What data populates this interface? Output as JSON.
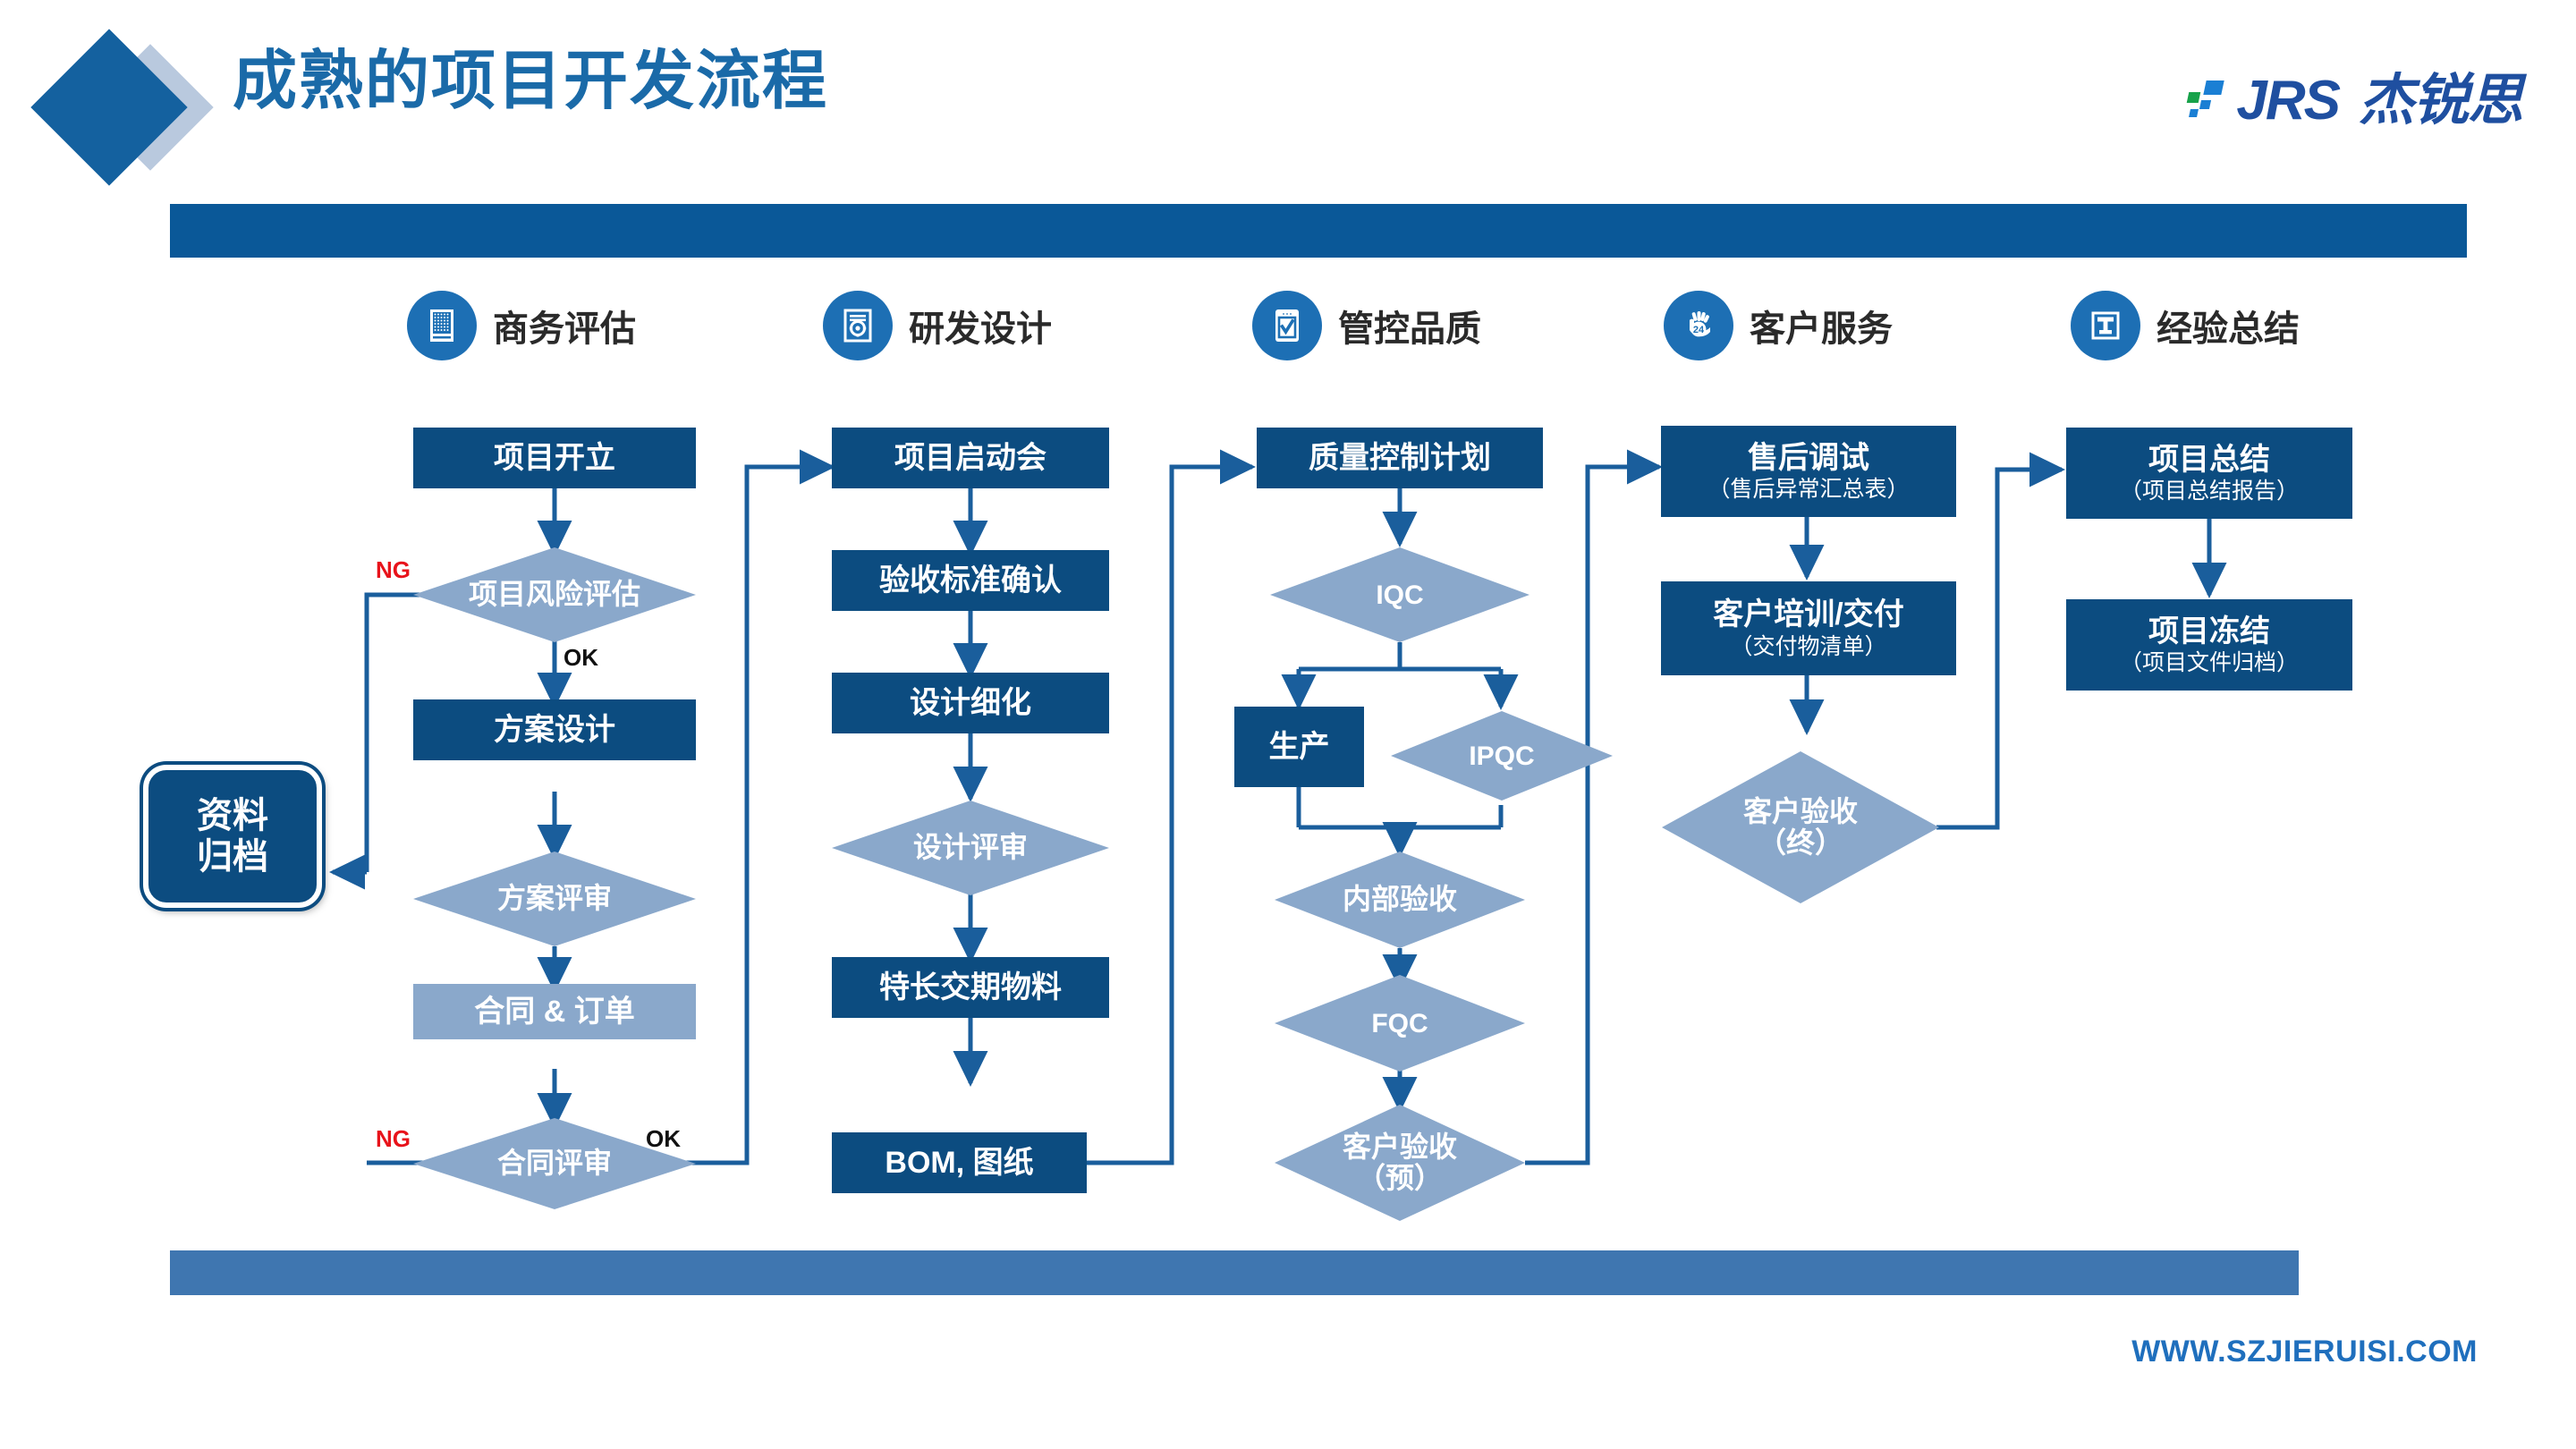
{
  "header": {
    "title": "成熟的项目开发流程",
    "brand": {
      "abbr": "JRS",
      "cn": "杰锐思"
    }
  },
  "footer": {
    "url": "WWW.SZJIERUISI.COM"
  },
  "columns": [
    {
      "id": "business",
      "label": "商务评估",
      "icon": "document-grid-icon"
    },
    {
      "id": "design",
      "label": "研发设计",
      "icon": "blueprint-gear-icon"
    },
    {
      "id": "quality",
      "label": "管控品质",
      "icon": "checklist-tablet-icon"
    },
    {
      "id": "service",
      "label": "客户服务",
      "icon": "hand-24h-icon"
    },
    {
      "id": "summary",
      "label": "经验总结",
      "icon": "beam-t-icon"
    }
  ],
  "archive": {
    "line1": "资料",
    "line2": "归档"
  },
  "chart_data": {
    "type": "diagram",
    "title": "成熟的项目开发流程",
    "subtype": "swimlane-flowchart",
    "lanes": [
      "商务评估",
      "研发设计",
      "管控品质",
      "客户服务",
      "经验总结"
    ],
    "nodes": [
      {
        "id": "n1",
        "lane": "商务评估",
        "shape": "rect",
        "fill": "dark",
        "t1": "项目开立"
      },
      {
        "id": "n2",
        "lane": "商务评估",
        "shape": "diamond",
        "fill": "light",
        "t1": "项目风险评估"
      },
      {
        "id": "n3",
        "lane": "商务评估",
        "shape": "rect",
        "fill": "dark",
        "t1": "方案设计"
      },
      {
        "id": "n4",
        "lane": "商务评估",
        "shape": "diamond",
        "fill": "light",
        "t1": "方案评审"
      },
      {
        "id": "n5",
        "lane": "商务评估",
        "shape": "rect",
        "fill": "light",
        "t1": "合同 & 订单"
      },
      {
        "id": "n6",
        "lane": "商务评估",
        "shape": "diamond",
        "fill": "light",
        "t1": "合同评审"
      },
      {
        "id": "a1",
        "lane": "商务评估",
        "shape": "rounded",
        "fill": "dark",
        "t1": "资料",
        "t2": "归档"
      },
      {
        "id": "n7",
        "lane": "研发设计",
        "shape": "rect",
        "fill": "dark",
        "t1": "项目启动会"
      },
      {
        "id": "n8",
        "lane": "研发设计",
        "shape": "rect",
        "fill": "dark",
        "t1": "验收标准确认"
      },
      {
        "id": "n9",
        "lane": "研发设计",
        "shape": "rect",
        "fill": "dark",
        "t1": "设计细化"
      },
      {
        "id": "n10",
        "lane": "研发设计",
        "shape": "diamond",
        "fill": "light",
        "t1": "设计评审"
      },
      {
        "id": "n11",
        "lane": "研发设计",
        "shape": "rect",
        "fill": "dark",
        "t1": "特长交期物料"
      },
      {
        "id": "n12",
        "lane": "研发设计",
        "shape": "rect",
        "fill": "dark",
        "t1": "BOM, 图纸"
      },
      {
        "id": "n13",
        "lane": "管控品质",
        "shape": "rect",
        "fill": "dark",
        "t1": "质量控制计划"
      },
      {
        "id": "n14",
        "lane": "管控品质",
        "shape": "diamond",
        "fill": "light",
        "t1": "IQC"
      },
      {
        "id": "n15",
        "lane": "管控品质",
        "shape": "rect",
        "fill": "dark",
        "t1": "生产"
      },
      {
        "id": "n16",
        "lane": "管控品质",
        "shape": "diamond",
        "fill": "light",
        "t1": "IPQC"
      },
      {
        "id": "n17",
        "lane": "管控品质",
        "shape": "diamond",
        "fill": "light",
        "t1": "内部验收"
      },
      {
        "id": "n18",
        "lane": "管控品质",
        "shape": "diamond",
        "fill": "light",
        "t1": "FQC"
      },
      {
        "id": "n19",
        "lane": "管控品质",
        "shape": "diamond",
        "fill": "light",
        "t1": "客户验收",
        "t2": "（预）"
      },
      {
        "id": "n20",
        "lane": "客户服务",
        "shape": "rect",
        "fill": "dark",
        "t1": "售后调试",
        "t2": "（售后异常汇总表）"
      },
      {
        "id": "n21",
        "lane": "客户服务",
        "shape": "rect",
        "fill": "dark",
        "t1": "客户培训/交付",
        "t2": "（交付物清单）"
      },
      {
        "id": "n22",
        "lane": "客户服务",
        "shape": "diamond",
        "fill": "light",
        "t1": "客户验收",
        "t2": "（终）"
      },
      {
        "id": "n23",
        "lane": "经验总结",
        "shape": "rect",
        "fill": "dark",
        "t1": "项目总结",
        "t2": "（项目总结报告）"
      },
      {
        "id": "n24",
        "lane": "经验总结",
        "shape": "rect",
        "fill": "dark",
        "t1": "项目冻结",
        "t2": "（项目文件归档）"
      }
    ],
    "edges": [
      {
        "from": "n1",
        "to": "n2",
        "label": ""
      },
      {
        "from": "n2",
        "to": "n3",
        "label": "OK"
      },
      {
        "from": "n2",
        "to": "a1",
        "label": "NG"
      },
      {
        "from": "n3",
        "to": "n4",
        "label": ""
      },
      {
        "from": "n4",
        "to": "n5",
        "label": ""
      },
      {
        "from": "n5",
        "to": "n6",
        "label": ""
      },
      {
        "from": "n6",
        "to": "a1",
        "label": "NG"
      },
      {
        "from": "n6",
        "to": "n7",
        "label": "OK"
      },
      {
        "from": "n7",
        "to": "n8",
        "label": ""
      },
      {
        "from": "n8",
        "to": "n9",
        "label": ""
      },
      {
        "from": "n9",
        "to": "n10",
        "label": ""
      },
      {
        "from": "n10",
        "to": "n11",
        "label": ""
      },
      {
        "from": "n11",
        "to": "n12",
        "label": ""
      },
      {
        "from": "n12",
        "to": "n13",
        "label": ""
      },
      {
        "from": "n13",
        "to": "n14",
        "label": ""
      },
      {
        "from": "n14",
        "to": "n15",
        "label": ""
      },
      {
        "from": "n14",
        "to": "n16",
        "label": ""
      },
      {
        "from": "n15",
        "to": "n17",
        "label": ""
      },
      {
        "from": "n16",
        "to": "n17",
        "label": ""
      },
      {
        "from": "n17",
        "to": "n18",
        "label": ""
      },
      {
        "from": "n18",
        "to": "n19",
        "label": ""
      },
      {
        "from": "n19",
        "to": "n20",
        "label": ""
      },
      {
        "from": "n20",
        "to": "n21",
        "label": ""
      },
      {
        "from": "n21",
        "to": "n22",
        "label": ""
      },
      {
        "from": "n22",
        "to": "n23",
        "label": ""
      },
      {
        "from": "n23",
        "to": "n24",
        "label": ""
      }
    ],
    "labels": {
      "ng": "NG",
      "ok": "OK"
    },
    "colors": {
      "dark_fill": "#0c4c80",
      "light_fill": "#8aa8cb",
      "connector": "#1a5e9c",
      "title": "#1a6aa8",
      "topbar": "#0a5898",
      "bottombar": "#3f76b0",
      "ng": "#e8131b",
      "ok": "#111111"
    }
  },
  "col1": {
    "n1": {
      "t1": "项目开立"
    },
    "n2": {
      "t1": "项目风险评估"
    },
    "n3": {
      "t1": "方案设计"
    },
    "n4": {
      "t1": "方案评审"
    },
    "n5": {
      "t1": "合同 & 订单"
    },
    "n6": {
      "t1": "合同评审"
    },
    "tag_ng1": "NG",
    "tag_ok1": "OK",
    "tag_ng2": "NG",
    "tag_ok2": "OK"
  },
  "col2": {
    "n7": {
      "t1": "项目启动会"
    },
    "n8": {
      "t1": "验收标准确认"
    },
    "n9": {
      "t1": "设计细化"
    },
    "n10": {
      "t1": "设计评审"
    },
    "n11": {
      "t1": "特长交期物料"
    },
    "n12": {
      "t1": "BOM, 图纸"
    }
  },
  "col3": {
    "n13": {
      "t1": "质量控制计划"
    },
    "n14": {
      "t1": "IQC"
    },
    "n15": {
      "t1": "生产"
    },
    "n16": {
      "t1": "IPQC"
    },
    "n17": {
      "t1": "内部验收"
    },
    "n18": {
      "t1": "FQC"
    },
    "n19": {
      "t1": "客户验收",
      "t2": "（预）"
    }
  },
  "col4": {
    "n20": {
      "t1": "售后调试",
      "t2": "（售后异常汇总表）"
    },
    "n21": {
      "t1": "客户培训/交付",
      "t2": "（交付物清单）"
    },
    "n22": {
      "t1": "客户验收",
      "t2": "（终）"
    }
  },
  "col5": {
    "n23": {
      "t1": "项目总结",
      "t2": "（项目总结报告）"
    },
    "n24": {
      "t1": "项目冻结",
      "t2": "（项目文件归档）"
    }
  }
}
